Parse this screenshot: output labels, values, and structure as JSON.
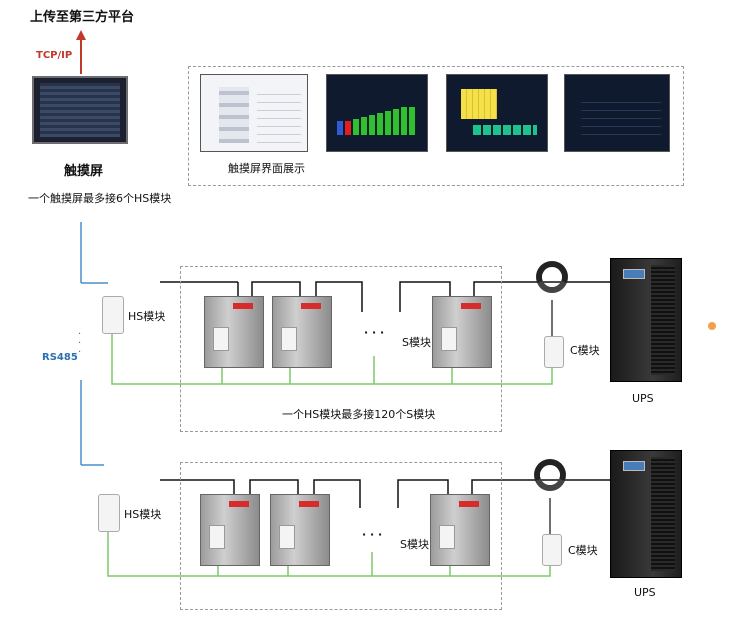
{
  "top": {
    "upload_label": "上传至第三方平台",
    "protocol_label": "TCP/IP"
  },
  "touchscreen": {
    "title": "触摸屏",
    "caption": "一个触摸屏最多接6个HS模块",
    "display_caption": "触摸屏界面展示"
  },
  "bus": {
    "rs485_label": "RS485"
  },
  "group1": {
    "hs_label": "HS模块",
    "s_label": "S模块",
    "c_label": "C模块",
    "ups_label": "UPS",
    "dots": "· · ·",
    "note": "一个HS模块最多接120个S模块"
  },
  "group2": {
    "hs_label": "HS模块",
    "s_label": "S模块",
    "c_label": "C模块",
    "ups_label": "UPS",
    "dots": "· · ·"
  },
  "colors": {
    "arrow": "#c0392b",
    "rs485_line": "#4a8fc9",
    "green_wire": "#7cc86a",
    "black_wire": "#111111",
    "red_terminal": "#d62c2c"
  }
}
